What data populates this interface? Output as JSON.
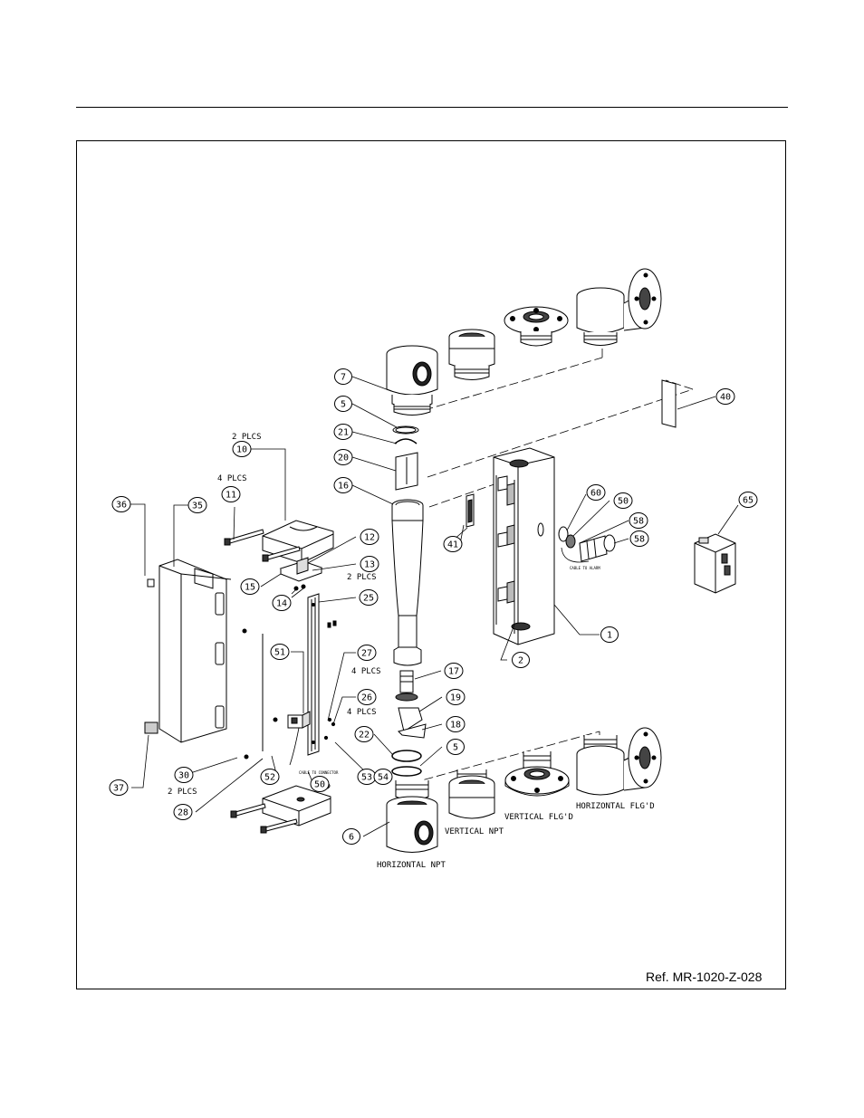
{
  "reference": "Ref. MR-1020-Z-028",
  "callouts": [
    {
      "id": "c7",
      "label": "7"
    },
    {
      "id": "c5a",
      "label": "5"
    },
    {
      "id": "c21",
      "label": "21"
    },
    {
      "id": "c20",
      "label": "20"
    },
    {
      "id": "c16",
      "label": "16"
    },
    {
      "id": "c40",
      "label": "40"
    },
    {
      "id": "c10",
      "label": "10"
    },
    {
      "id": "c11",
      "label": "11"
    },
    {
      "id": "c36",
      "label": "36"
    },
    {
      "id": "c35",
      "label": "35"
    },
    {
      "id": "c12",
      "label": "12"
    },
    {
      "id": "c13",
      "label": "13"
    },
    {
      "id": "c15",
      "label": "15"
    },
    {
      "id": "c14",
      "label": "14"
    },
    {
      "id": "c25",
      "label": "25"
    },
    {
      "id": "c41",
      "label": "41"
    },
    {
      "id": "c60",
      "label": "60"
    },
    {
      "id": "c50a",
      "label": "50"
    },
    {
      "id": "c58a",
      "label": "58"
    },
    {
      "id": "c58b",
      "label": "58"
    },
    {
      "id": "c65",
      "label": "65"
    },
    {
      "id": "c1",
      "label": "1"
    },
    {
      "id": "c2",
      "label": "2"
    },
    {
      "id": "c51",
      "label": "51"
    },
    {
      "id": "c27",
      "label": "27"
    },
    {
      "id": "c17",
      "label": "17"
    },
    {
      "id": "c26",
      "label": "26"
    },
    {
      "id": "c19",
      "label": "19"
    },
    {
      "id": "c18",
      "label": "18"
    },
    {
      "id": "c22",
      "label": "22"
    },
    {
      "id": "c5b",
      "label": "5"
    },
    {
      "id": "c30",
      "label": "30"
    },
    {
      "id": "c37",
      "label": "37"
    },
    {
      "id": "c52",
      "label": "52"
    },
    {
      "id": "c50b",
      "label": "50"
    },
    {
      "id": "c53",
      "label": "53"
    },
    {
      "id": "c54",
      "label": "54"
    },
    {
      "id": "c28",
      "label": "28"
    },
    {
      "id": "c6",
      "label": "6"
    }
  ],
  "notes": {
    "plcs_10": "2 PLCS",
    "plcs_11": "4 PLCS",
    "plcs_13": "2 PLCS",
    "plcs_27": "4 PLCS",
    "plcs_26": "4 PLCS",
    "plcs_30": "2 PLCS",
    "horizontal_npt": "HORIZONTAL NPT",
    "vertical_npt": "VERTICAL NPT",
    "vertical_flgd": "VERTICAL FLG'D",
    "horizontal_flgd": "HORIZONTAL FLG'D",
    "cable_to_alarm": "CABLE TO ALARM",
    "cable_to_connector": "CABLE TO CONNECTOR"
  }
}
